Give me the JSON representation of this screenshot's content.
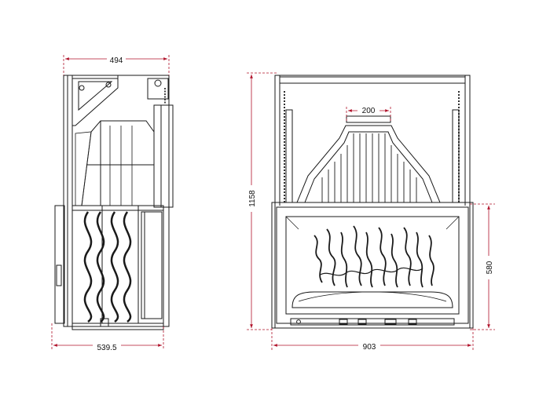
{
  "drawing": {
    "dimensions": {
      "side_width_top": "494",
      "side_width_bottom": "539.5",
      "front_height": "1158",
      "front_width": "903",
      "door_height": "580",
      "flue_width": "200"
    },
    "colors": {
      "line": "#1a1a1a",
      "dimension": "#b0122a",
      "background": "#ffffff"
    }
  }
}
